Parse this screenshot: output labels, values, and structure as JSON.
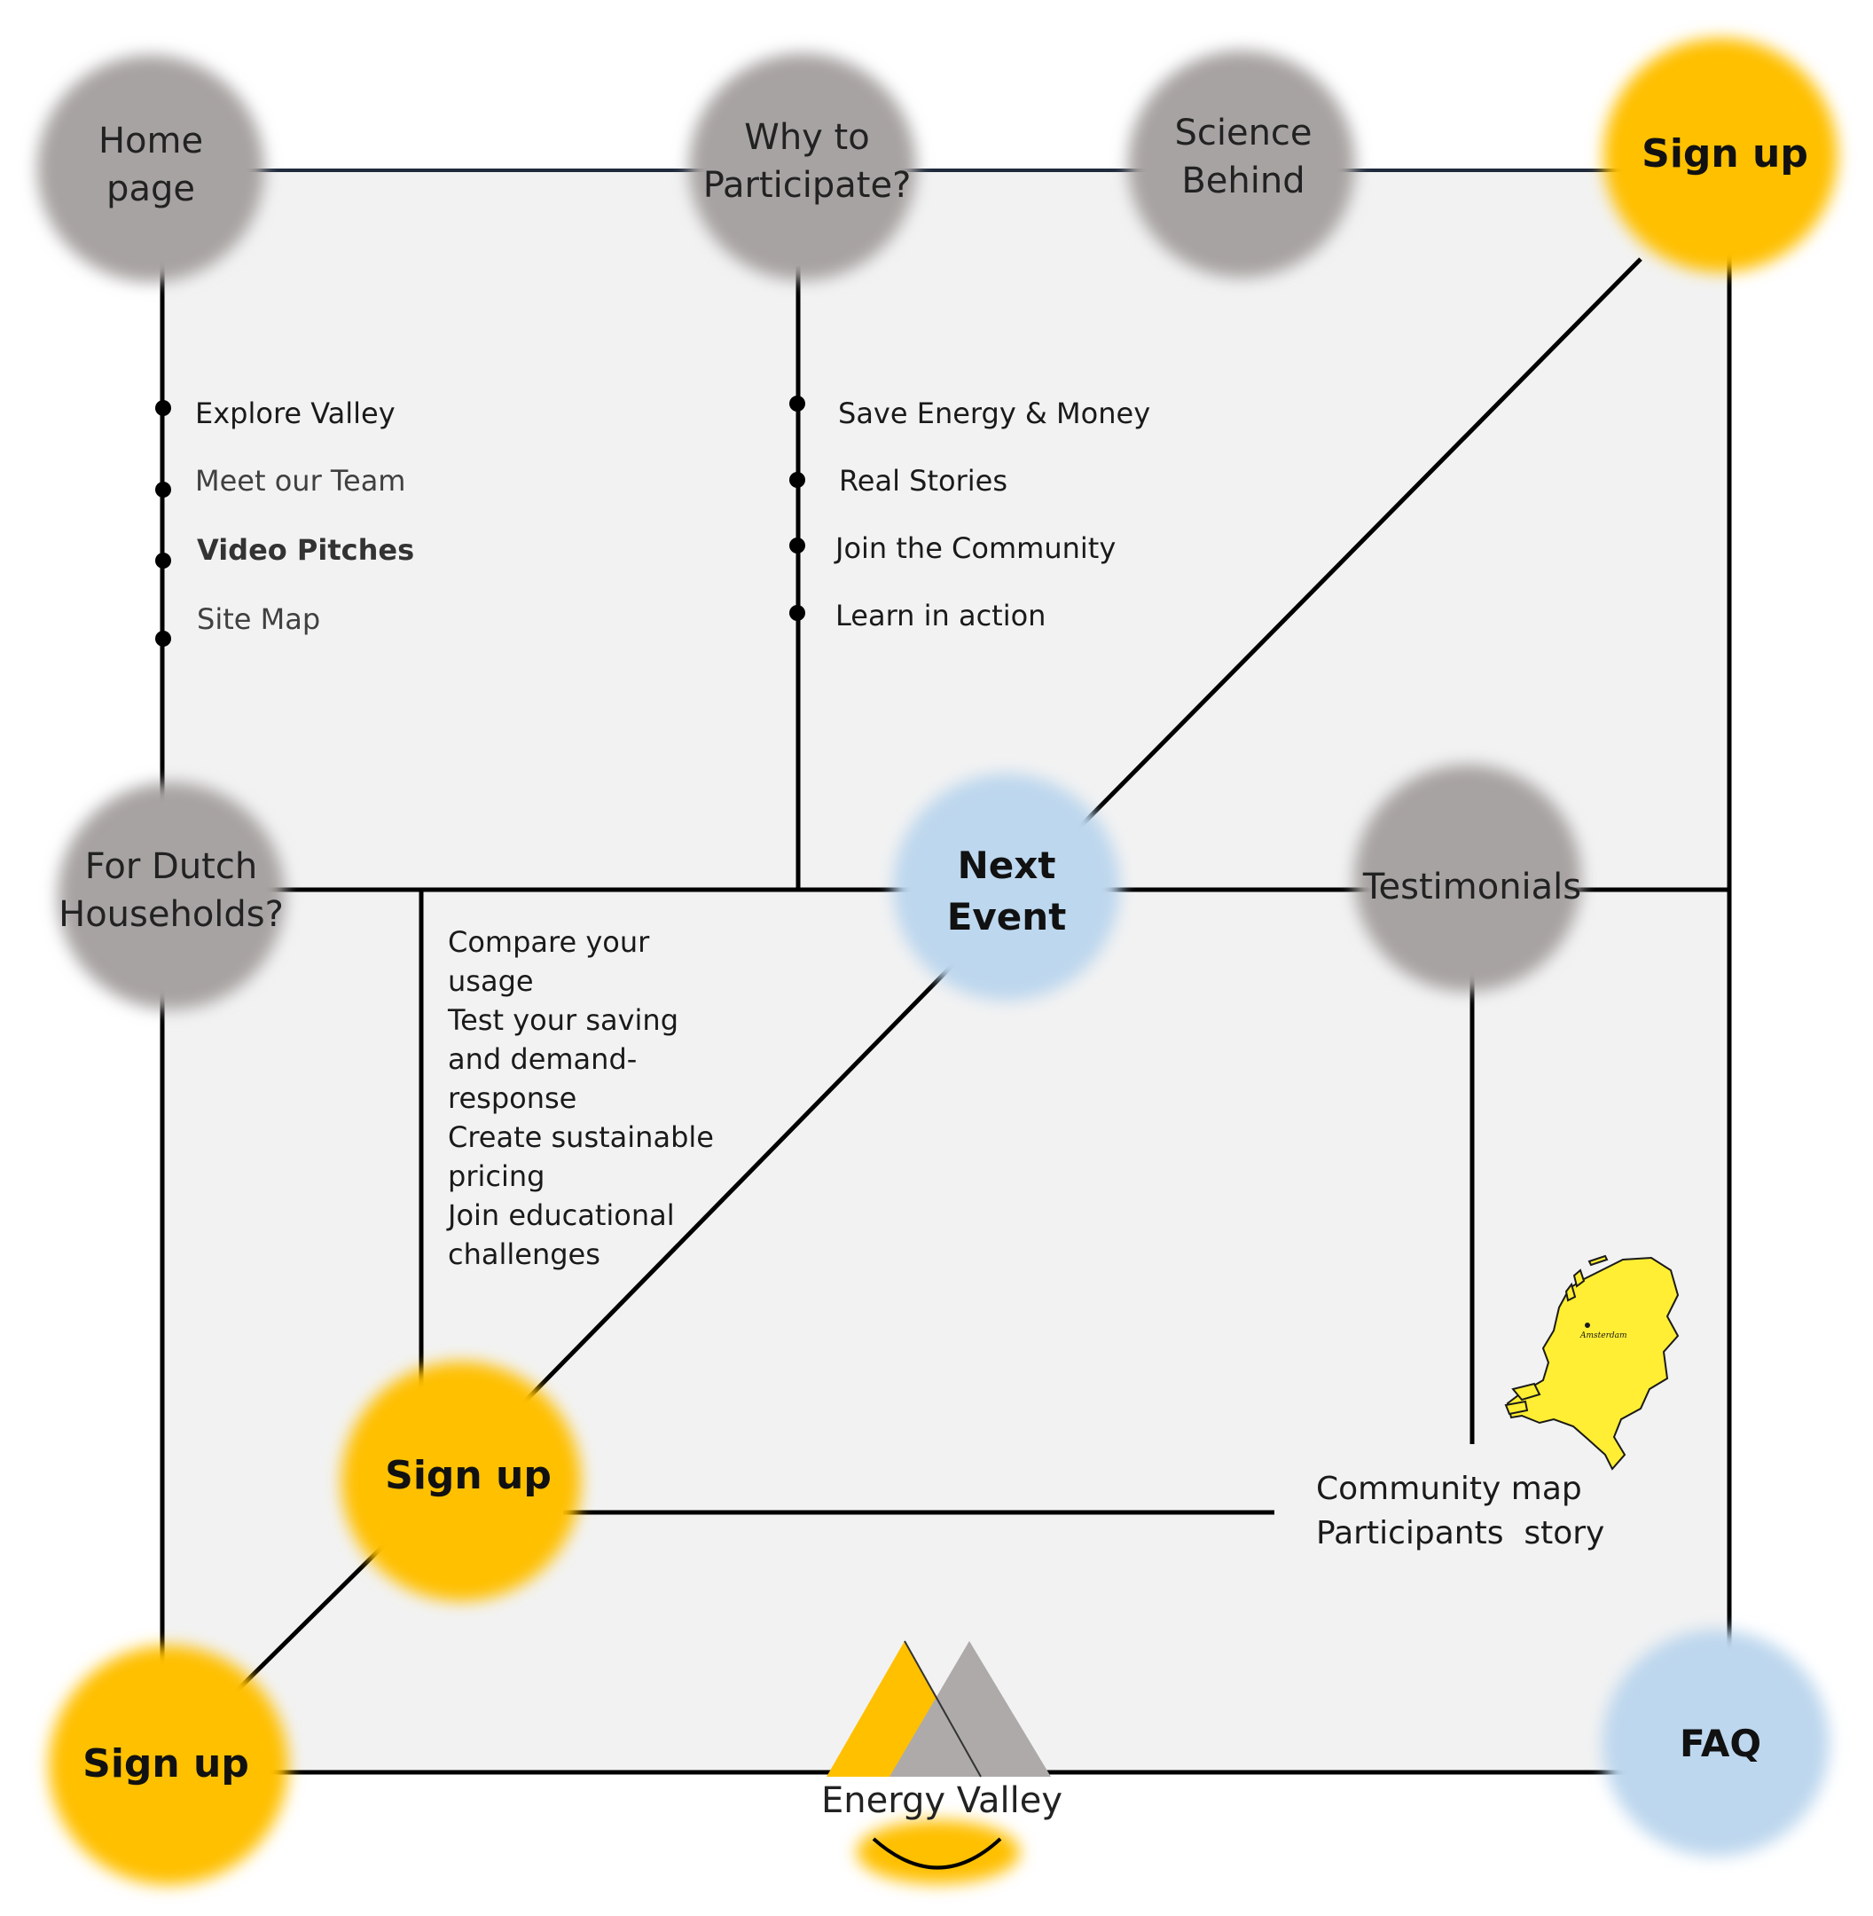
{
  "colors": {
    "panel": "#f2f2f2",
    "gray_node": "#a7a3a2",
    "yellow_node": "#ffc000",
    "blue_node": "#bdd7ee",
    "line": "#000000",
    "top_line": "#1f2a3c",
    "logo_gray": "#aeaaaa",
    "map_yellow": "#ffee33"
  },
  "nodes": {
    "home": {
      "line1": "Home",
      "line2": "page"
    },
    "why": {
      "line1": "Why to",
      "line2": "Participate?"
    },
    "science": {
      "line1": "Science",
      "line2": "Behind"
    },
    "signup_top": {
      "label": "Sign up"
    },
    "dutch": {
      "line1": "For Dutch",
      "line2": "Households?"
    },
    "next_event": {
      "line1": "Next",
      "line2": "Event"
    },
    "testimonials": {
      "label": "Testimonials"
    },
    "signup_mid": {
      "label": "Sign up"
    },
    "signup_bottom": {
      "label": "Sign up"
    },
    "faq": {
      "label": "FAQ"
    }
  },
  "home_items": [
    "Explore Valley",
    "Meet our Team",
    "Video Pitches",
    "Site Map"
  ],
  "why_items": [
    "Save Energy & Money",
    "Real Stories",
    "Join the Community",
    "Learn in action"
  ],
  "dutch_lines": [
    "Compare your",
    "usage",
    "Test your saving",
    "and demand-",
    "response",
    "Create sustainable",
    "pricing",
    "Join educational",
    "challenges"
  ],
  "testimonial_lines": [
    "Community map",
    "Participants  story"
  ],
  "logo": {
    "label": "Energy Valley"
  },
  "map": {
    "city": "Amsterdam"
  }
}
